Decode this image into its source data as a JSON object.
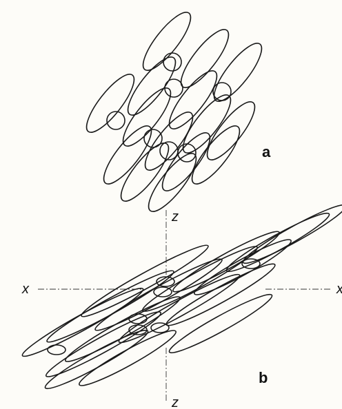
{
  "panels": [
    {
      "id": "a",
      "label": "a"
    },
    {
      "id": "b",
      "label": "b"
    }
  ],
  "axes": {
    "x_left": "x",
    "x_right": "x",
    "z_top": "z",
    "z_bottom": "z"
  }
}
